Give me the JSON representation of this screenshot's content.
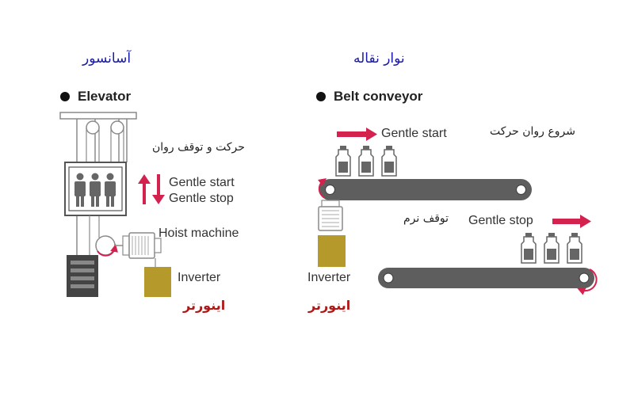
{
  "elevator": {
    "persian_title": "آسانسور",
    "title": "Elevator",
    "persian_motion": "حرکت و توقف روان",
    "gentle_start": "Gentle start",
    "gentle_stop": "Gentle stop",
    "hoist_machine": "Hoist machine",
    "inverter": "Inverter",
    "persian_inverter": "اینورتر"
  },
  "conveyor": {
    "persian_title": "نوار نقاله",
    "title": "Belt conveyor",
    "gentle_start": "Gentle start",
    "persian_start": "شروع روان حرکت",
    "persian_stop": "توقف نرم",
    "gentle_stop": "Gentle stop",
    "inverter": "Inverter",
    "persian_inverter": "اینورتر"
  },
  "colors": {
    "accent": "#d4224f",
    "belt": "#5e5e5e",
    "inverter": "#b59a2b",
    "frame": "#7a7a7a"
  },
  "icons": [
    "bullet-icon",
    "person-icon",
    "bottle-icon",
    "arrow-right-icon",
    "double-arrow-icon",
    "rotation-arrow-icon",
    "motor-icon"
  ]
}
